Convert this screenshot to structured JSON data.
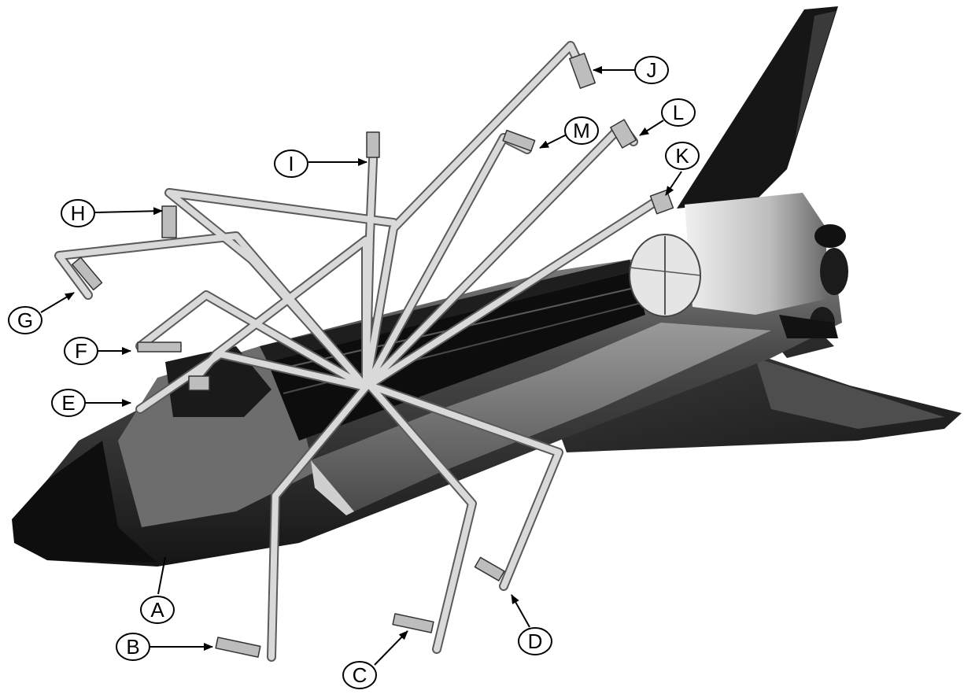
{
  "callouts": {
    "a": "A",
    "b": "B",
    "c": "C",
    "d": "D",
    "e": "E",
    "f": "F",
    "g": "G",
    "h": "H",
    "i": "I",
    "j": "J",
    "k": "K",
    "l": "L",
    "m": "M"
  },
  "colors": {
    "background": "#ffffff",
    "orbiter_body": "#2a2a2a",
    "orbiter_highlight": "#777777",
    "tube": "#d9d9d9",
    "tube_outline": "#555555",
    "label_outline": "#000000"
  }
}
